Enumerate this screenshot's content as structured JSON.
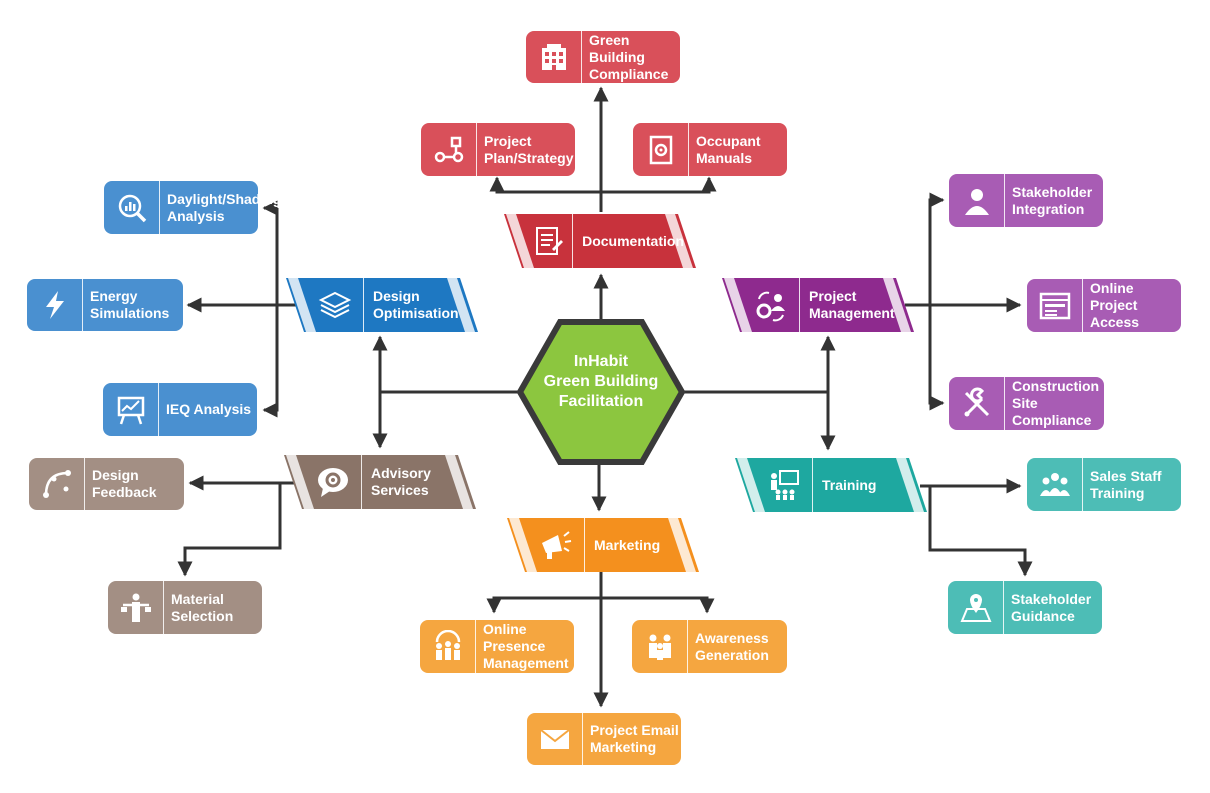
{
  "center": {
    "label": "InHabit\nGreen Building\nFacilitation"
  },
  "colors": {
    "documentation": "#c8323c",
    "doc_child": "#d9505a",
    "design": "#1e78c2",
    "design_child": "#4a90d0",
    "advisory": "#8a7468",
    "advisory_child": "#a38f84",
    "marketing": "#f4901e",
    "marketing_child": "#f5a640",
    "training": "#1ea8a0",
    "training_child": "#4dbdb6",
    "management": "#8e2a8e",
    "management_child": "#a85cb4",
    "hexagon": "#8cc63f",
    "hex_border": "#3a3a3a",
    "lines": "#333333"
  },
  "categories": {
    "documentation": {
      "label": "Documentation",
      "icon": "document-icon"
    },
    "design": {
      "label": "Design\nOptimisation",
      "icon": "layers-icon"
    },
    "advisory": {
      "label": "Advisory\nServices",
      "icon": "speech-gear-icon"
    },
    "marketing": {
      "label": "Marketing",
      "icon": "megaphone-icon"
    },
    "training": {
      "label": "Training",
      "icon": "presentation-icon"
    },
    "management": {
      "label": "Project\nManagement",
      "icon": "gear-person-icon"
    }
  },
  "services": {
    "green_building_compliance": {
      "label": "Green Building\nCompliance",
      "icon": "building-icon"
    },
    "project_plan": {
      "label": "Project\nPlan/Strategy",
      "icon": "flowchart-icon"
    },
    "occupant_manuals": {
      "label": "Occupant\nManuals",
      "icon": "manual-icon"
    },
    "daylight": {
      "label": "Daylight/Shading\nAnalysis",
      "icon": "magnifier-chart-icon"
    },
    "energy": {
      "label": "Energy\nSimulations",
      "icon": "lightning-icon"
    },
    "ieq": {
      "label": "IEQ Analysis",
      "icon": "easel-chart-icon"
    },
    "design_feedback": {
      "label": "Design\nFeedback",
      "icon": "bezier-icon"
    },
    "material_selection": {
      "label": "Material\nSelection",
      "icon": "person-balance-icon"
    },
    "online_presence": {
      "label": "Online Presence\nManagement",
      "icon": "people-network-icon"
    },
    "awareness": {
      "label": "Awareness\nGeneration",
      "icon": "family-icon"
    },
    "email": {
      "label": "Project Email\nMarketing",
      "icon": "envelope-icon"
    },
    "sales_training": {
      "label": "Sales Staff\nTraining",
      "icon": "group-icon"
    },
    "stakeholder_guidance": {
      "label": "Stakeholder\nGuidance",
      "icon": "map-pin-icon"
    },
    "stakeholder_integration": {
      "label": "Stakeholder\nIntegration",
      "icon": "user-icon"
    },
    "online_access": {
      "label": "Online Project\nAccess",
      "icon": "browser-icon"
    },
    "construction": {
      "label": "Construction\nSite Compliance",
      "icon": "tools-icon"
    }
  }
}
